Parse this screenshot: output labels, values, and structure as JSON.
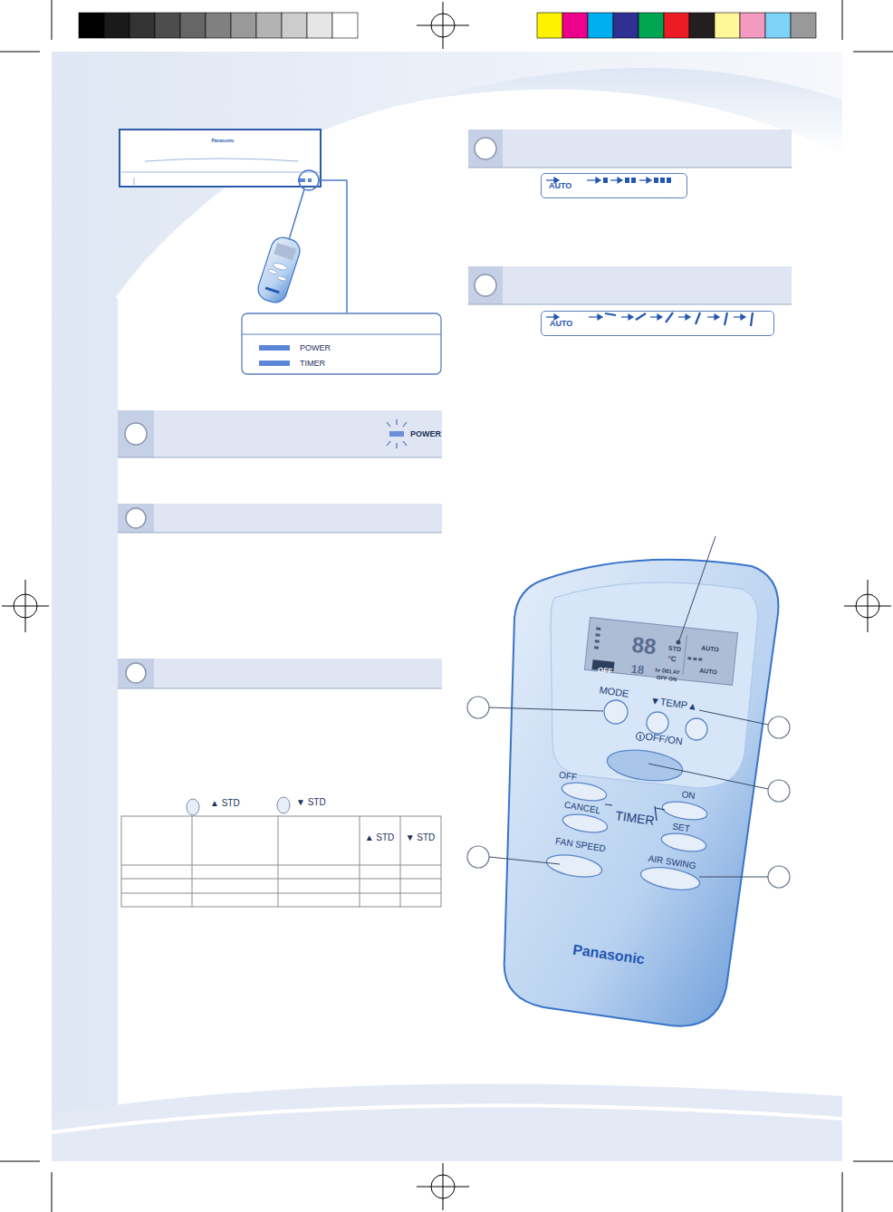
{
  "diagram": {
    "nodes": [
      {
        "text": [
          "AUTO"
        ]
      },
      {
        "text": [
          "AUTO"
        ]
      },
      {
        "text": [
          "POWER"
        ]
      }
    ],
    "labels": [
      "Panasonic",
      "▲ STD",
      "▼ STD",
      "▲ STD",
      "▼ STD",
      "88",
      "°C",
      "STD",
      "AUTO",
      "AUTO",
      "OFF",
      "18",
      "hr DELAY",
      "OFF ON",
      "MODE",
      "▼TEMP▲",
      "OFF/ON",
      "OFF",
      "ON",
      "CANCEL",
      "TIMER",
      "SET",
      "FAN SPEED",
      "AIR SWING",
      "Panasonic"
    ],
    "legend": [
      {
        "text": "POWER",
        "color": "#5b86d6"
      },
      {
        "text": "TIMER",
        "color": "#5b86d6"
      }
    ]
  }
}
